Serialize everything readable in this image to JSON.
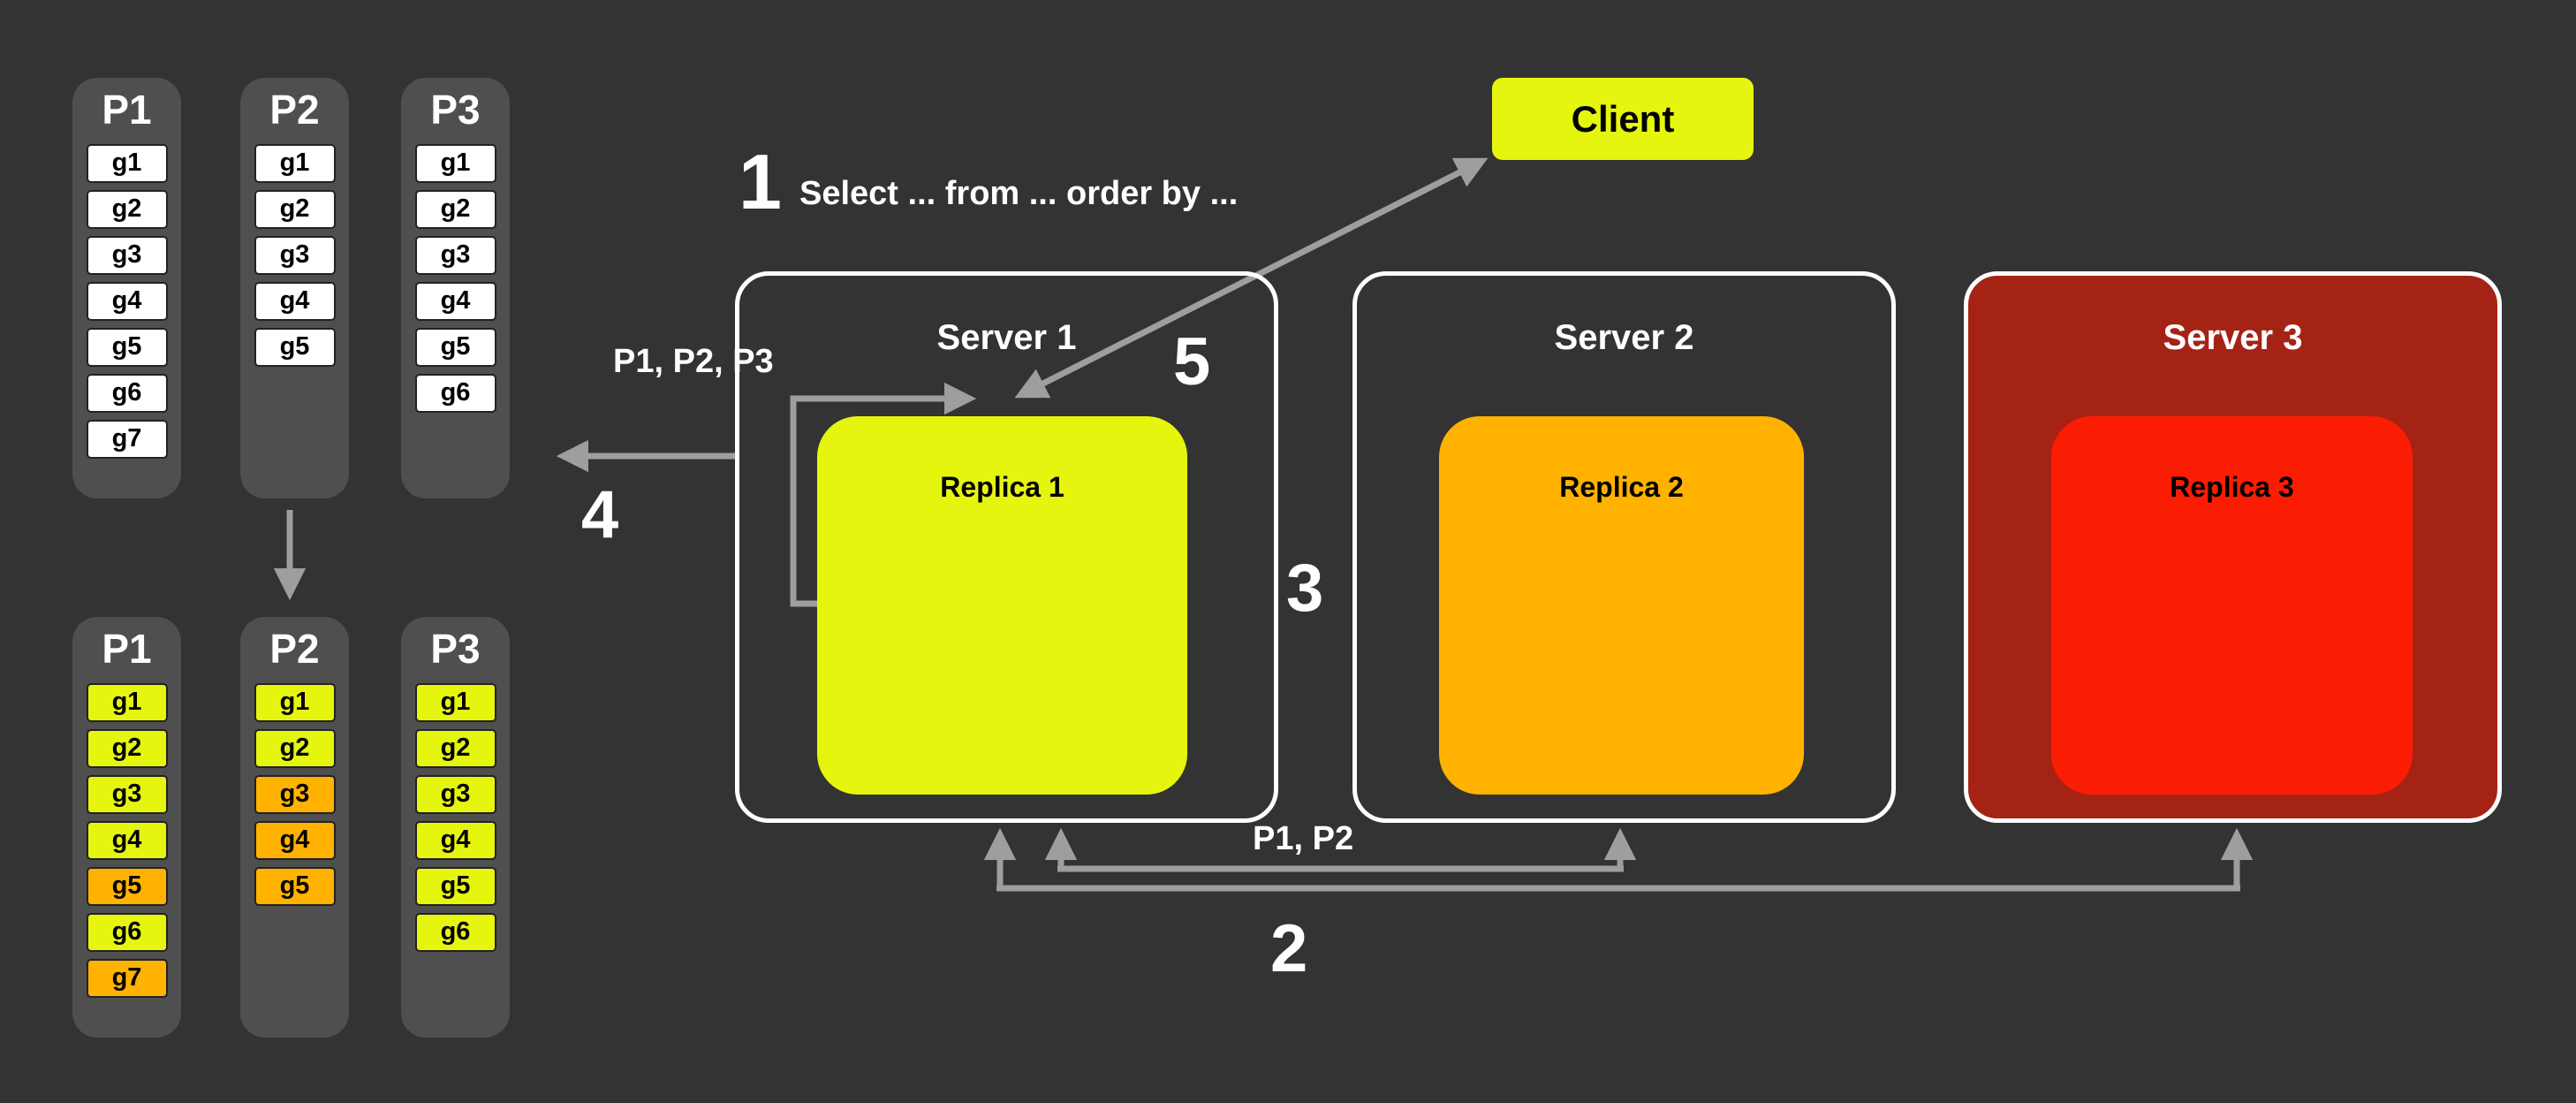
{
  "canvas": {
    "bg": "#333333"
  },
  "colors": {
    "yellow": "#e6f50e",
    "orange": "#ffb300",
    "red": "#fb1d03",
    "dark_red": "#a52315",
    "pill": "#4f4f4f",
    "arrow": "#9e9e9e",
    "cell_white": "#ffffff"
  },
  "client": {
    "label": "Client"
  },
  "servers": [
    {
      "label": "Server 1",
      "replica_label": "Replica 1"
    },
    {
      "label": "Server 2",
      "replica_label": "Replica 2"
    },
    {
      "label": "Server 3",
      "replica_label": "Replica 3"
    }
  ],
  "partitions_initial": [
    {
      "label": "P1",
      "cells": [
        "g1",
        "g2",
        "g3",
        "g4",
        "g5",
        "g6",
        "g7"
      ]
    },
    {
      "label": "P2",
      "cells": [
        "g1",
        "g2",
        "g3",
        "g4",
        "g5"
      ]
    },
    {
      "label": "P3",
      "cells": [
        "g1",
        "g2",
        "g3",
        "g4",
        "g5",
        "g6"
      ]
    }
  ],
  "partitions_sorted": [
    {
      "label": "P1",
      "cells": [
        {
          "g": "g1",
          "color": "yellow"
        },
        {
          "g": "g2",
          "color": "yellow"
        },
        {
          "g": "g3",
          "color": "yellow"
        },
        {
          "g": "g4",
          "color": "yellow"
        },
        {
          "g": "g5",
          "color": "orange"
        },
        {
          "g": "g6",
          "color": "yellow"
        },
        {
          "g": "g7",
          "color": "orange"
        }
      ]
    },
    {
      "label": "P2",
      "cells": [
        {
          "g": "g1",
          "color": "yellow"
        },
        {
          "g": "g2",
          "color": "yellow"
        },
        {
          "g": "g3",
          "color": "orange"
        },
        {
          "g": "g4",
          "color": "orange"
        },
        {
          "g": "g5",
          "color": "orange"
        }
      ]
    },
    {
      "label": "P3",
      "cells": [
        {
          "g": "g1",
          "color": "yellow"
        },
        {
          "g": "g2",
          "color": "yellow"
        },
        {
          "g": "g3",
          "color": "yellow"
        },
        {
          "g": "g4",
          "color": "yellow"
        },
        {
          "g": "g5",
          "color": "yellow"
        },
        {
          "g": "g6",
          "color": "yellow"
        }
      ]
    }
  ],
  "steps": {
    "step1": "1",
    "step2": "2",
    "step3": "3",
    "step4": "4",
    "step5": "5"
  },
  "labels": {
    "query": "Select ... from ... order by ...",
    "merge_partitions": "P1, P2, P3",
    "scatter_partitions": "P1, P2"
  }
}
